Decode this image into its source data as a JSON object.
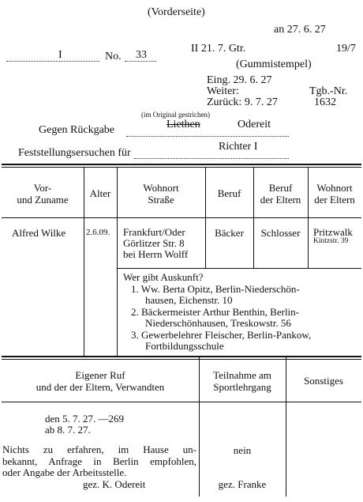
{
  "header": {
    "side": "(Vorderseite)",
    "date_an": "an 27. 6. 27",
    "code_left": "I",
    "no_label": "No.",
    "no_value": "33",
    "ref": "II 21. 7. Gtr.",
    "ref_right": "19/7",
    "stamp": "(Gummistempel)",
    "eing": "Eing. 29. 6. 27",
    "weiter": "Weiter:",
    "zurueck": "Zurück: 9. 7. 27",
    "tgb_label": "Tgb.-Nr.",
    "tgb_value": "1632",
    "note": "(im Original gestrichen)",
    "return_label": "Gegen Rückgabe",
    "return_struck": "Liethen",
    "return_name": "Odereit",
    "request_label": "Feststellungsersuchen für",
    "request_value": "Richter I"
  },
  "table1": {
    "headers": {
      "name_1": "Vor-",
      "name_2": "und Zuname",
      "age": "Alter",
      "addr_1": "Wohnort",
      "addr_2": "Straße",
      "job": "Beruf",
      "pjob_1": "Beruf",
      "pjob_2": "der Eltern",
      "paddr_1": "Wohnort",
      "paddr_2": "der Eltern"
    },
    "row": {
      "name": "Alfred Wilke",
      "age": "2.6.09.",
      "addr_1": "Frankfurt/Oder",
      "addr_2": "Görlitzer Str. 8",
      "addr_3": "bei Herrn Wolff",
      "job": "Bäcker",
      "pjob": "Schlosser",
      "paddr_1": "Pritzwalk",
      "paddr_2": "Kintzstr. 39"
    },
    "info": {
      "title": "Wer gibt Auskunft?",
      "items": [
        "1. Ww. Berta Opitz, Berlin-Niederschön-",
        "hausen, Eichenstr. 10",
        "2. Bäckermeister Arthur Benthin, Berlin-",
        "Niederschönhausen, Treskowstr. 56",
        "3. Gewerbelehrer Fleischer, Berlin-Pankow,",
        "Fortbildungsschule"
      ]
    }
  },
  "table2": {
    "headers": {
      "ruf_1": "Eigener Ruf",
      "ruf_2": "und der der Eltern, Verwandten",
      "sport_1": "Teilnahme am",
      "sport_2": "Sportlehrgang",
      "other": "Sonstiges"
    },
    "ruf_lines": [
      "den 5. 7. 27. —269",
      "ab 8. 7. 27.",
      "Nichts zu erfahren, im Hause un-",
      "bekannt, Anfrage in Berlin empfohlen,",
      "oder Angabe der Arbeitsstelle.",
      "gez. K. Odereit"
    ],
    "sport_value": "nein",
    "sport_sign": "gez. Franke"
  }
}
